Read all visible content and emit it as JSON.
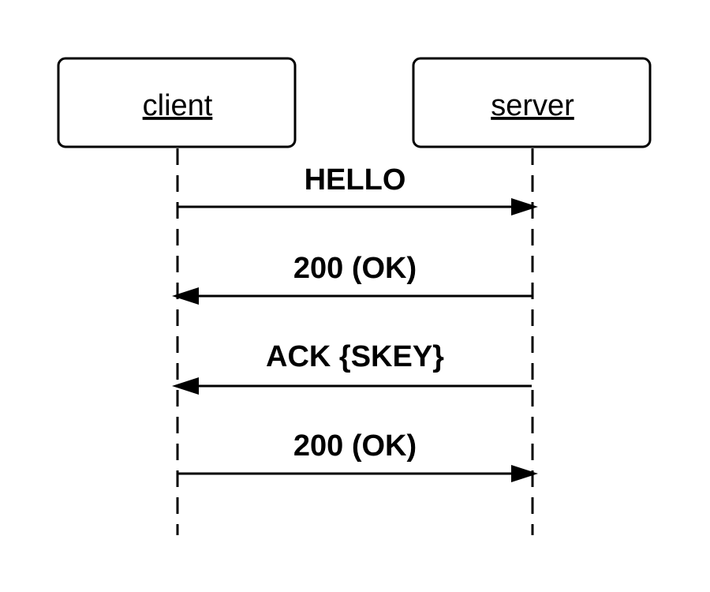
{
  "participants": {
    "left": {
      "label": "client"
    },
    "right": {
      "label": "server"
    }
  },
  "messages": [
    {
      "label": "HELLO",
      "from": "client",
      "to": "server"
    },
    {
      "label": "200 (OK)",
      "from": "server",
      "to": "client"
    },
    {
      "label": "ACK {SKEY}",
      "from": "server",
      "to": "client"
    },
    {
      "label": "200 (OK)",
      "from": "client",
      "to": "server"
    }
  ]
}
